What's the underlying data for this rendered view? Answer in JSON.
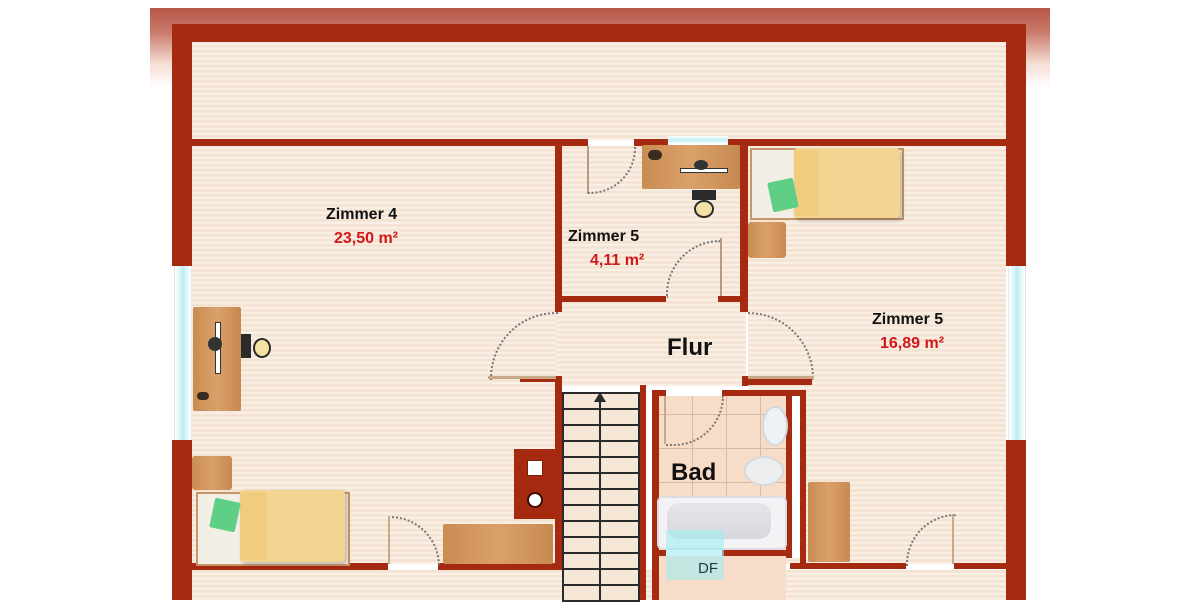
{
  "floor_plan": {
    "rooms": [
      {
        "id": "zimmer4",
        "name": "Zimmer 4",
        "area": "23,50 m²"
      },
      {
        "id": "zimmer5_small",
        "name": "Zimmer 5",
        "area": "4,11 m²"
      },
      {
        "id": "zimmer5_large",
        "name": "Zimmer 5",
        "area": "16,89 m²"
      },
      {
        "id": "flur",
        "name": "Flur"
      },
      {
        "id": "bad",
        "name": "Bad"
      }
    ],
    "annotations": {
      "skylight": "DF"
    },
    "colors": {
      "wall": "#a52a10",
      "floor": "#f6e6d6",
      "area_text": "#d01818",
      "label_text": "#111111",
      "window_glass": "#bfeef2"
    }
  }
}
